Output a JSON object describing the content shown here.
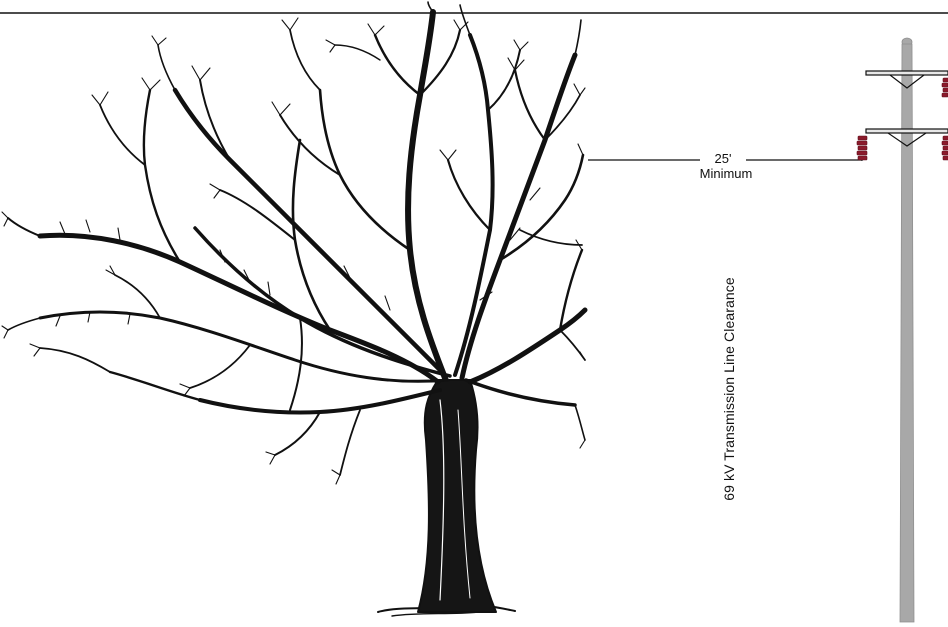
{
  "clearance": {
    "distance_label": "25'",
    "distance_sublabel": "Minimum",
    "vertical_label": "69 kV Transmission Line Clearance"
  },
  "colors": {
    "ink": "#111111",
    "pole": "#a8a8a8",
    "insulator": "#8b1a2b",
    "background": "#ffffff"
  },
  "icons": {
    "tree": "bare-deciduous-tree-illustration",
    "pole": "transmission-pole-with-crossarms"
  }
}
